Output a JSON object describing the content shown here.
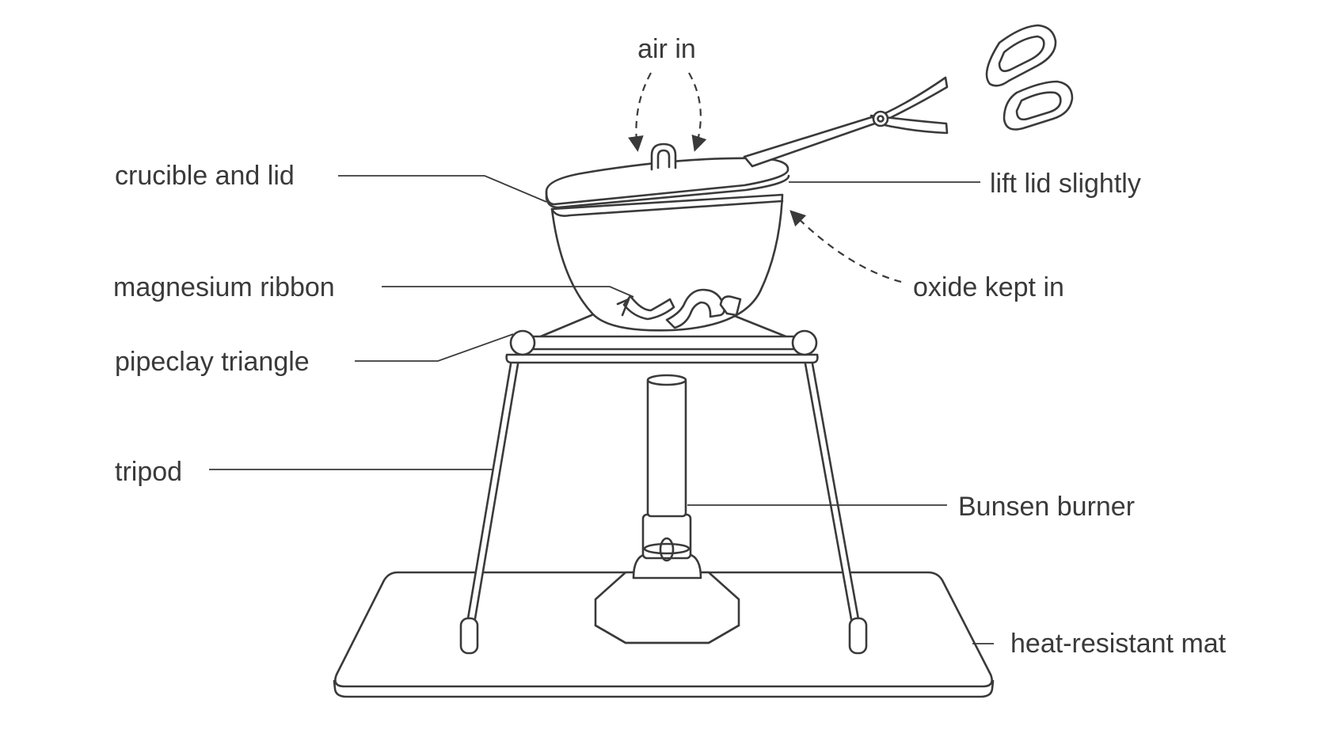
{
  "labels": {
    "air_in": "air in",
    "crucible_and_lid": "crucible and lid",
    "lift_lid_slightly": "lift lid slightly",
    "magnesium_ribbon": "magnesium ribbon",
    "oxide_kept_in": "oxide kept in",
    "pipeclay_triangle": "pipeclay triangle",
    "tripod": "tripod",
    "bunsen_burner": "Bunsen burner",
    "heat_resistant_mat": "heat-resistant mat"
  },
  "colors": {
    "line": "#3a3a3a",
    "background": "#ffffff"
  }
}
